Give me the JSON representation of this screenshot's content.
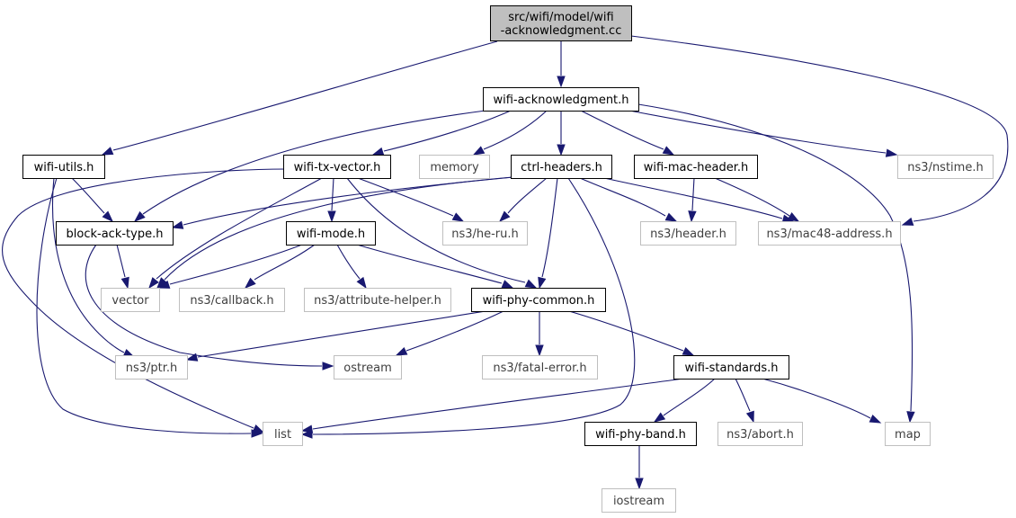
{
  "colors": {
    "edge": "#191970",
    "root_fill": "#bfbfbf",
    "documented_border": "#000000",
    "external_border": "#bfbfbf",
    "external_text": "#3f3f3f",
    "text": "#000000"
  },
  "nodes": [
    {
      "id": "root",
      "lines": [
        "src/wifi/model/wifi",
        "-acknowledgment.cc"
      ],
      "kind": "root"
    },
    {
      "id": "wifi-acknowledgment",
      "lines": [
        "wifi-acknowledgment.h"
      ],
      "kind": "documented"
    },
    {
      "id": "wifi-utils",
      "lines": [
        "wifi-utils.h"
      ],
      "kind": "documented"
    },
    {
      "id": "wifi-tx-vector",
      "lines": [
        "wifi-tx-vector.h"
      ],
      "kind": "documented"
    },
    {
      "id": "memory",
      "lines": [
        "memory"
      ],
      "kind": "external"
    },
    {
      "id": "ctrl-headers",
      "lines": [
        "ctrl-headers.h"
      ],
      "kind": "documented"
    },
    {
      "id": "wifi-mac-header",
      "lines": [
        "wifi-mac-header.h"
      ],
      "kind": "documented"
    },
    {
      "id": "nstime",
      "lines": [
        "ns3/nstime.h"
      ],
      "kind": "external"
    },
    {
      "id": "block-ack-type",
      "lines": [
        "block-ack-type.h"
      ],
      "kind": "documented"
    },
    {
      "id": "wifi-mode",
      "lines": [
        "wifi-mode.h"
      ],
      "kind": "documented"
    },
    {
      "id": "he-ru",
      "lines": [
        "ns3/he-ru.h"
      ],
      "kind": "external"
    },
    {
      "id": "header",
      "lines": [
        "ns3/header.h"
      ],
      "kind": "external"
    },
    {
      "id": "mac48-address",
      "lines": [
        "ns3/mac48-address.h"
      ],
      "kind": "external"
    },
    {
      "id": "vector",
      "lines": [
        "vector"
      ],
      "kind": "external"
    },
    {
      "id": "callback",
      "lines": [
        "ns3/callback.h"
      ],
      "kind": "external"
    },
    {
      "id": "attribute-helper",
      "lines": [
        "ns3/attribute-helper.h"
      ],
      "kind": "external"
    },
    {
      "id": "wifi-phy-common",
      "lines": [
        "wifi-phy-common.h"
      ],
      "kind": "documented"
    },
    {
      "id": "ptr",
      "lines": [
        "ns3/ptr.h"
      ],
      "kind": "external"
    },
    {
      "id": "ostream",
      "lines": [
        "ostream"
      ],
      "kind": "external"
    },
    {
      "id": "fatal-error",
      "lines": [
        "ns3/fatal-error.h"
      ],
      "kind": "external"
    },
    {
      "id": "wifi-standards",
      "lines": [
        "wifi-standards.h"
      ],
      "kind": "documented"
    },
    {
      "id": "list",
      "lines": [
        "list"
      ],
      "kind": "external"
    },
    {
      "id": "wifi-phy-band",
      "lines": [
        "wifi-phy-band.h"
      ],
      "kind": "documented"
    },
    {
      "id": "abort",
      "lines": [
        "ns3/abort.h"
      ],
      "kind": "external"
    },
    {
      "id": "map",
      "lines": [
        "map"
      ],
      "kind": "external"
    },
    {
      "id": "iostream",
      "lines": [
        "iostream"
      ],
      "kind": "external"
    }
  ],
  "edges": [
    {
      "from": "root",
      "to": "wifi-acknowledgment"
    },
    {
      "from": "root",
      "to": "wifi-utils"
    },
    {
      "from": "root",
      "to": "mac48-address"
    },
    {
      "from": "wifi-acknowledgment",
      "to": "block-ack-type"
    },
    {
      "from": "wifi-acknowledgment",
      "to": "wifi-tx-vector"
    },
    {
      "from": "wifi-acknowledgment",
      "to": "memory"
    },
    {
      "from": "wifi-acknowledgment",
      "to": "ctrl-headers"
    },
    {
      "from": "wifi-acknowledgment",
      "to": "wifi-mac-header"
    },
    {
      "from": "wifi-acknowledgment",
      "to": "nstime"
    },
    {
      "from": "wifi-acknowledgment",
      "to": "map"
    },
    {
      "from": "wifi-utils",
      "to": "block-ack-type"
    },
    {
      "from": "wifi-utils",
      "to": "ptr"
    },
    {
      "from": "wifi-utils",
      "to": "list"
    },
    {
      "from": "wifi-tx-vector",
      "to": "list"
    },
    {
      "from": "wifi-tx-vector",
      "to": "vector"
    },
    {
      "from": "wifi-tx-vector",
      "to": "wifi-mode"
    },
    {
      "from": "wifi-tx-vector",
      "to": "he-ru"
    },
    {
      "from": "wifi-tx-vector",
      "to": "wifi-phy-common"
    },
    {
      "from": "ctrl-headers",
      "to": "block-ack-type"
    },
    {
      "from": "ctrl-headers",
      "to": "vector"
    },
    {
      "from": "ctrl-headers",
      "to": "he-ru"
    },
    {
      "from": "ctrl-headers",
      "to": "header"
    },
    {
      "from": "ctrl-headers",
      "to": "mac48-address"
    },
    {
      "from": "ctrl-headers",
      "to": "wifi-phy-common"
    },
    {
      "from": "ctrl-headers",
      "to": "list"
    },
    {
      "from": "wifi-mac-header",
      "to": "header"
    },
    {
      "from": "wifi-mac-header",
      "to": "mac48-address"
    },
    {
      "from": "block-ack-type",
      "to": "vector"
    },
    {
      "from": "block-ack-type",
      "to": "ostream"
    },
    {
      "from": "wifi-mode",
      "to": "vector"
    },
    {
      "from": "wifi-mode",
      "to": "callback"
    },
    {
      "from": "wifi-mode",
      "to": "attribute-helper"
    },
    {
      "from": "wifi-mode",
      "to": "wifi-phy-common"
    },
    {
      "from": "wifi-phy-common",
      "to": "ptr"
    },
    {
      "from": "wifi-phy-common",
      "to": "ostream"
    },
    {
      "from": "wifi-phy-common",
      "to": "fatal-error"
    },
    {
      "from": "wifi-phy-common",
      "to": "wifi-standards"
    },
    {
      "from": "wifi-standards",
      "to": "list"
    },
    {
      "from": "wifi-standards",
      "to": "wifi-phy-band"
    },
    {
      "from": "wifi-standards",
      "to": "abort"
    },
    {
      "from": "wifi-standards",
      "to": "map"
    },
    {
      "from": "wifi-phy-band",
      "to": "iostream"
    }
  ]
}
